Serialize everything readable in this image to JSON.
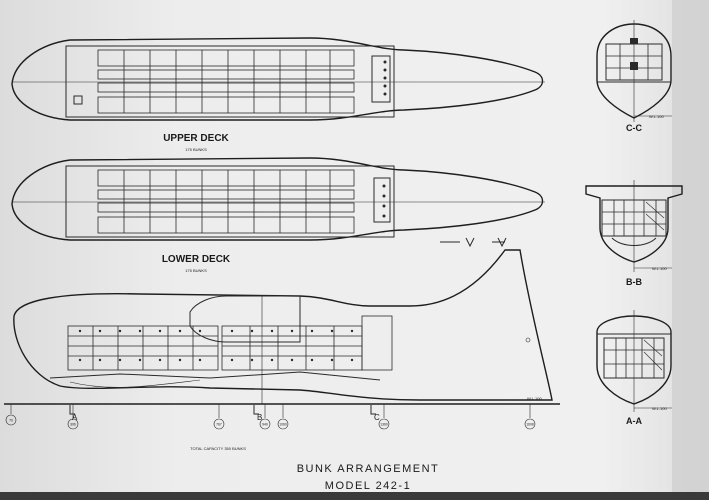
{
  "views": {
    "upper_deck": {
      "title": "UPPER DECK",
      "subtitle": "175 BUNKS"
    },
    "lower_deck": {
      "title": "LOWER DECK",
      "subtitle": "175 BUNKS"
    },
    "profile": {
      "capacity": "TOTAL CAPACITY 350 BUNKS",
      "wl_label": "W.L.100"
    },
    "section_cc": {
      "title": "C-C",
      "wl_label": "W.L.100"
    },
    "section_bb": {
      "title": "B-B",
      "wl_label": "W.L.100"
    },
    "section_aa": {
      "title": "A-A",
      "wl_label": "W.L.100"
    }
  },
  "cut_markers": [
    "A",
    "B",
    "C"
  ],
  "stations": [
    "70",
    "306",
    "767",
    "940",
    "1060",
    "1360",
    "1608"
  ],
  "sheet_title": {
    "line1": "BUNK ARRANGEMENT",
    "line2": "MODEL 242-1"
  }
}
